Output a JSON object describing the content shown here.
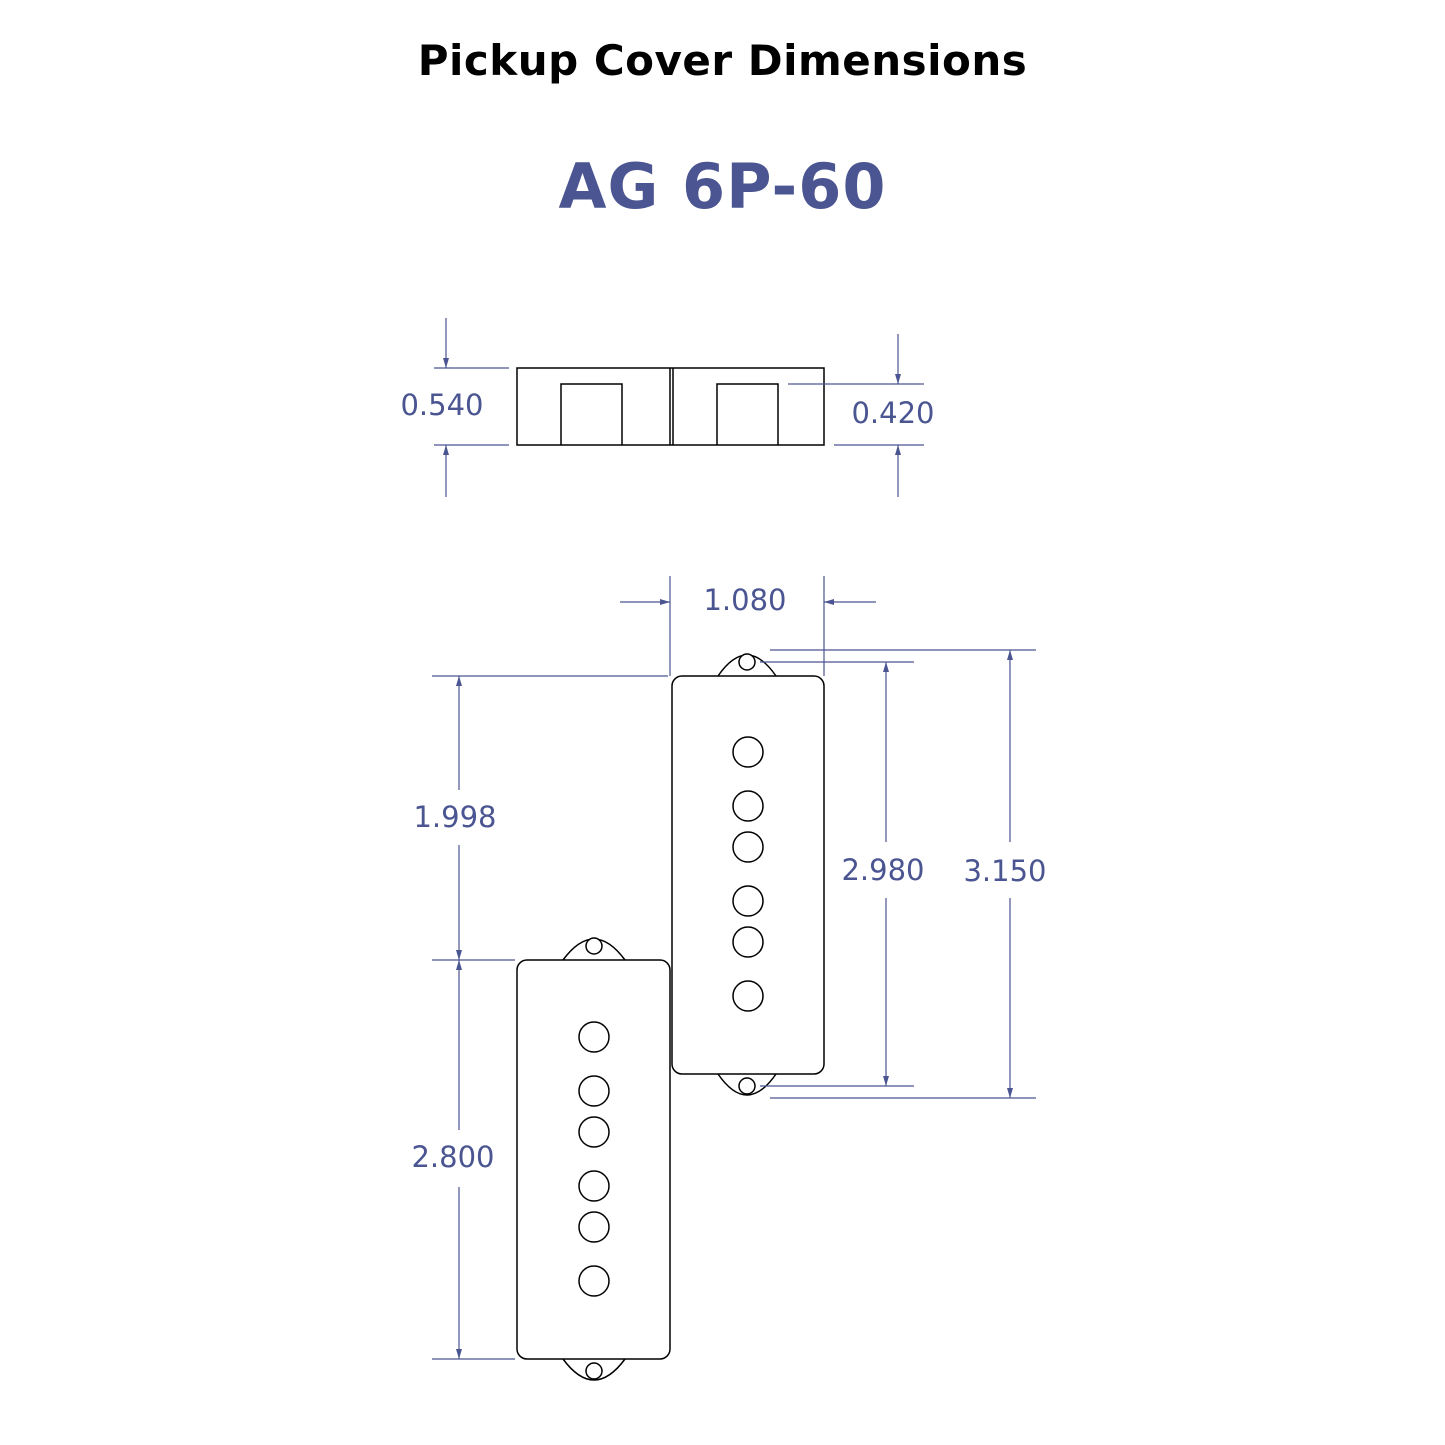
{
  "header": {
    "title": "Pickup Cover Dimensions",
    "model": "AG 6P-60"
  },
  "dimensions": {
    "total_height_side": "0.540",
    "inner_height_side": "0.420",
    "width": "1.080",
    "offset": "1.998",
    "lower_cover_length": "2.800",
    "upper_cover_length": "2.980",
    "overall_length": "3.150"
  },
  "colors": {
    "dimension": "#4a5591",
    "outline": "#000000",
    "title": "#000000",
    "model": "#4a5591"
  }
}
